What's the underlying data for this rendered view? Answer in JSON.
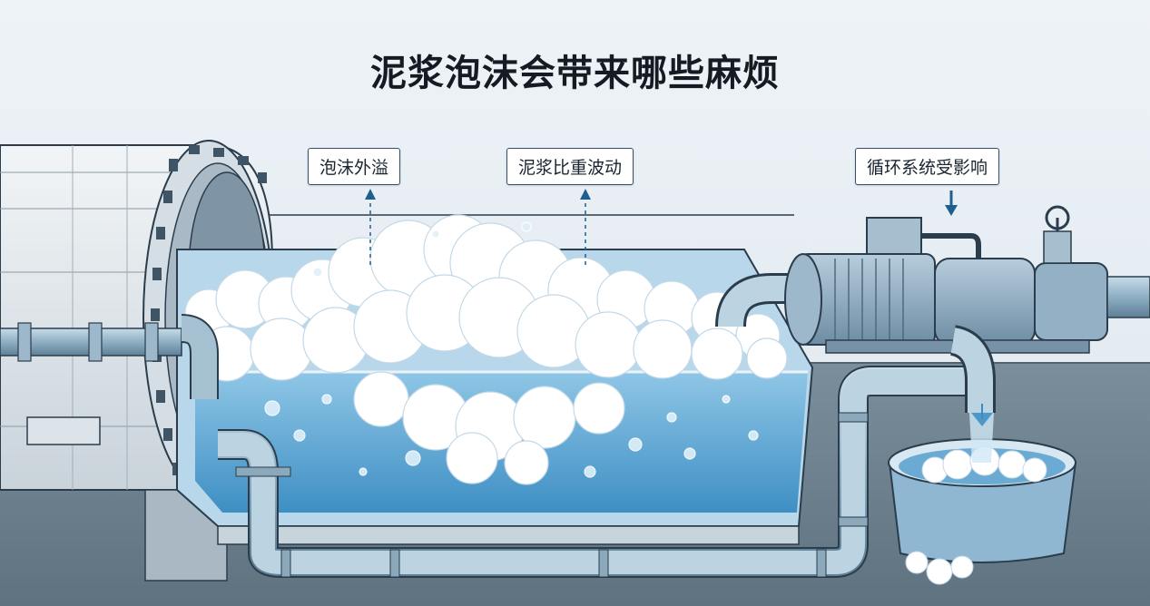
{
  "title": "泥浆泡沫会带来哪些麻烦",
  "labels": {
    "foam_overflow": "泡沫外溢",
    "density_fluctuation": "泥浆比重波动",
    "circulation_affected": "循环系统受影响"
  },
  "colors": {
    "background": "#e6eef3",
    "floor": "#6f8491",
    "water": "#5aa6d3",
    "foam": "#ffffff",
    "pipe": "#8fb0c6",
    "arrow": "#1f5f8e"
  },
  "icons": [
    "tbm-cutterhead-icon",
    "slurry-tank-icon",
    "pump-motor-icon",
    "valve-icon",
    "collection-basin-icon"
  ]
}
